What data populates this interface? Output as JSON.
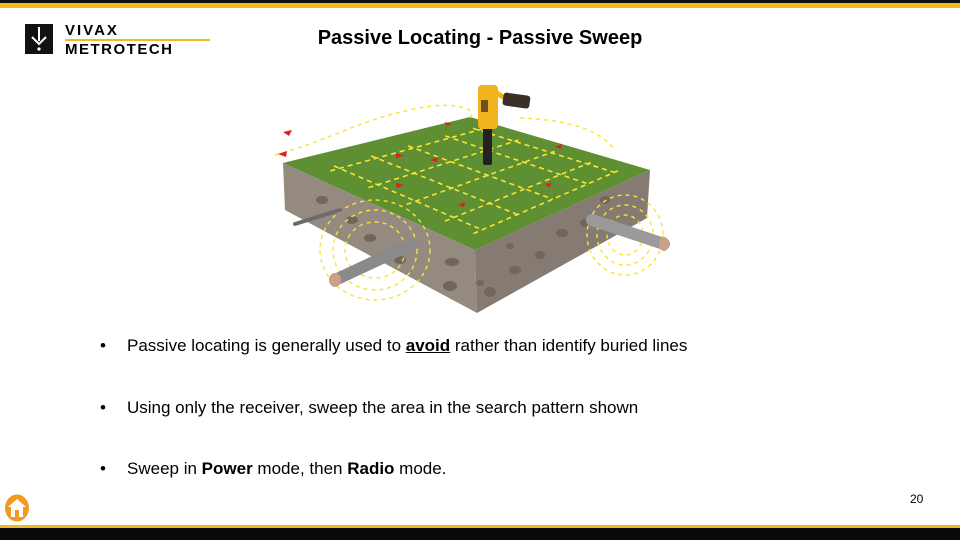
{
  "logo": {
    "line1": "VIVAX",
    "line2": "METROTECH"
  },
  "title": "Passive Locating - Passive Sweep",
  "bullets": [
    {
      "pre": "Passive locating is generally used to ",
      "em": "avoid",
      "post": " rather than identify buried lines"
    },
    {
      "text": "Using only the receiver, sweep the area in the search pattern shown"
    },
    {
      "pre": "Sweep in ",
      "b1": "Power",
      "mid": " mode, then ",
      "b2": "Radio",
      "post": " mode."
    }
  ],
  "bullet_char": "•",
  "page_number": "20",
  "colors": {
    "brand_yellow": "#f4b81c",
    "grass": "#5e8f32",
    "soil": "#948a80"
  }
}
